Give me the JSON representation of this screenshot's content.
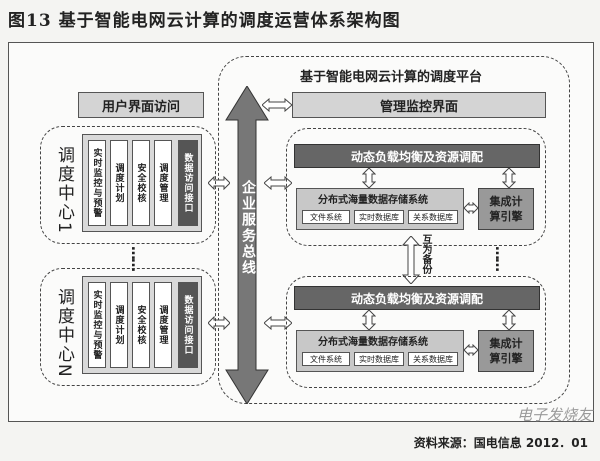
{
  "figure_title": "图13  基于智能电网云计算的调度运营体系架构图",
  "platform_title": "基于智能电网云计算的调度平台",
  "user_access": "用户界面访问",
  "mgmt_ui": "管理监控界面",
  "bus_label": "企业服务总线",
  "backup_label": "互为备份",
  "center1": {
    "label": "调度中心1",
    "columns": [
      "实时监控与预警",
      "调度计划",
      "安全校核",
      "调度管理",
      "数据访问接口"
    ],
    "load_balance": "动态负载均衡及资源调配",
    "storage_title": "分布式海量数据存储系统",
    "storage_items": [
      "文件系统",
      "实时数据库",
      "关系数据库"
    ],
    "engine": "集成计算引擎"
  },
  "centerN": {
    "label": "调度中心N",
    "columns": [
      "实时监控与预警",
      "调度计划",
      "安全校核",
      "调度管理",
      "数据访问接口"
    ],
    "load_balance": "动态负载均衡及资源调配",
    "storage_title": "分布式海量数据存储系统",
    "storage_items": [
      "文件系统",
      "实时数据库",
      "关系数据库"
    ],
    "engine": "集成计算引擎"
  },
  "source": "资料来源：国电信息  2012．01",
  "watermark": "电子发烧友"
}
